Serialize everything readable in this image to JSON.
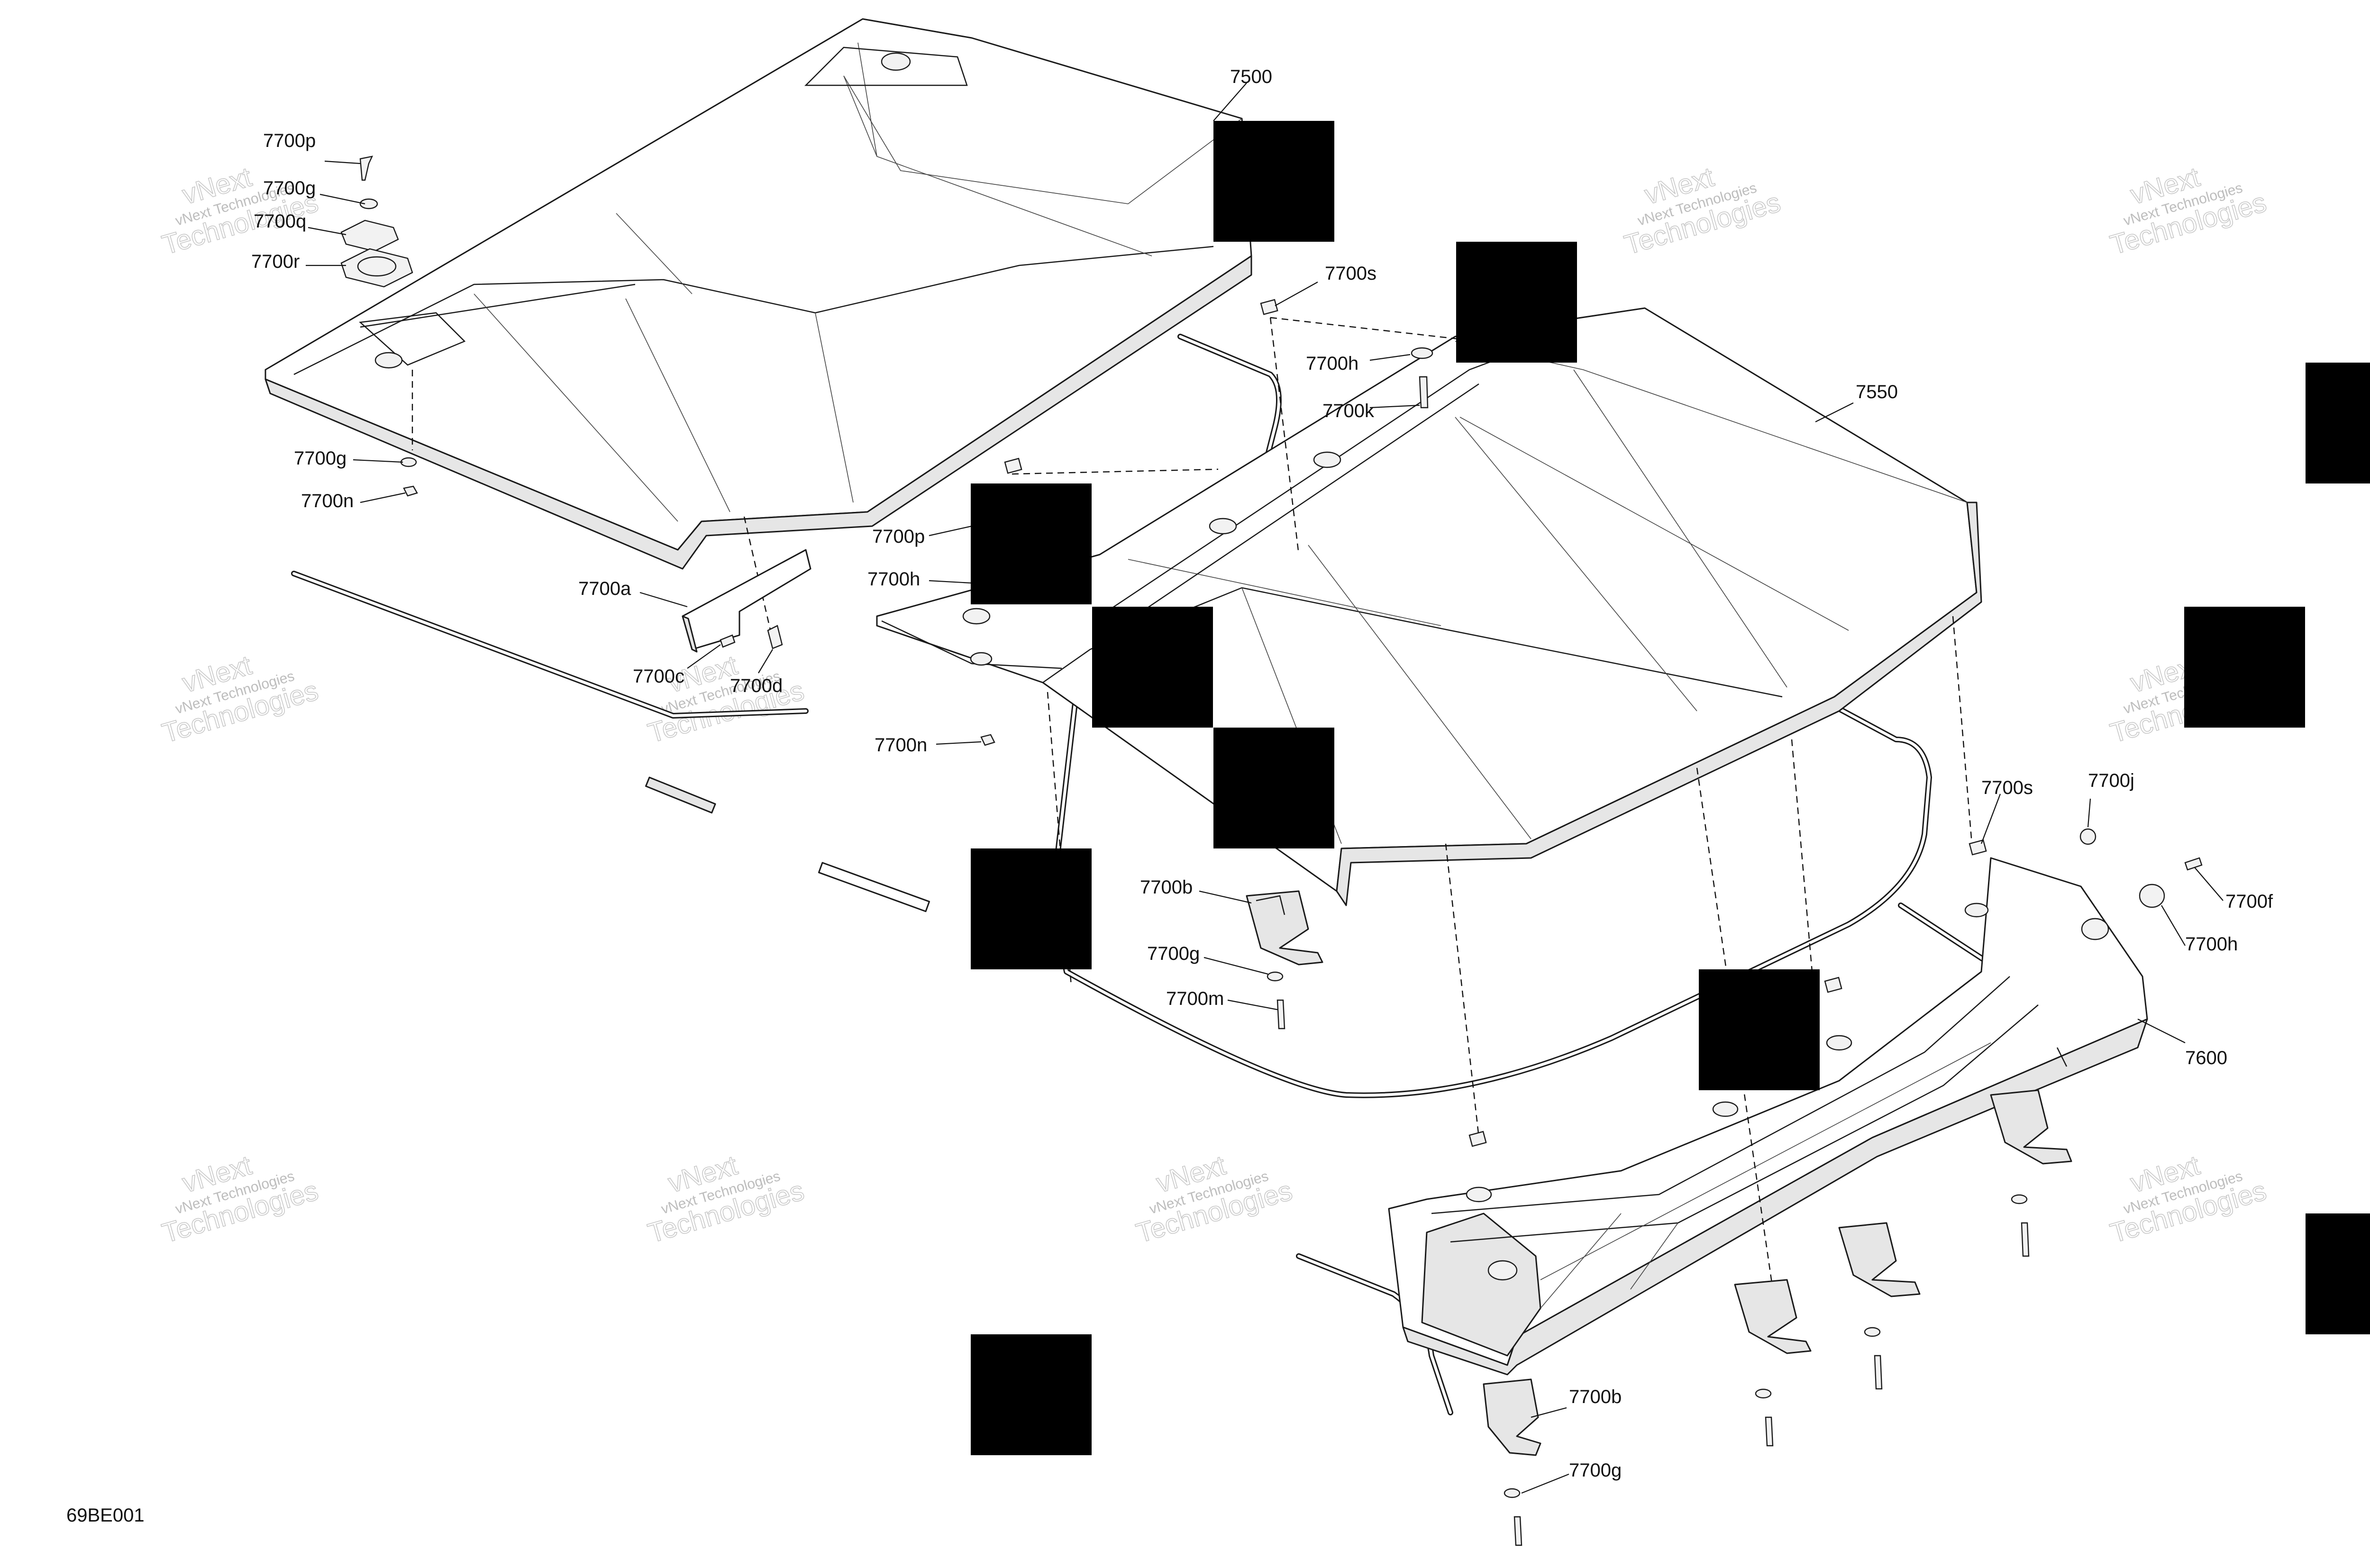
{
  "figure_code": "69BE001",
  "watermark": {
    "line1": "vNext",
    "line2": "vNext Technologies",
    "line3": "Technologies"
  },
  "callouts": {
    "c7500": "7500",
    "c7550": "7550",
    "c7600": "7600",
    "c7700p_top": "7700p",
    "c7700g_top": "7700g",
    "c7700q": "7700q",
    "c7700r": "7700r",
    "c7700g_left": "7700g",
    "c7700n_left": "7700n",
    "c7700a": "7700a",
    "c7700c": "7700c",
    "c7700d": "7700d",
    "c7700p_mid": "7700p",
    "c7700h_mid": "7700h",
    "c7700n_mid": "7700n",
    "c7700s_top": "7700s",
    "c7700h_top": "7700h",
    "c7700k": "7700k",
    "c7700b_mid": "7700b",
    "c7700g_mid": "7700g",
    "c7700m": "7700m",
    "c7700s_right": "7700s",
    "c7700j": "7700j",
    "c7700f": "7700f",
    "c7700h_right": "7700h",
    "c7700b_bottom": "7700b",
    "c7700g_bottom": "7700g"
  }
}
